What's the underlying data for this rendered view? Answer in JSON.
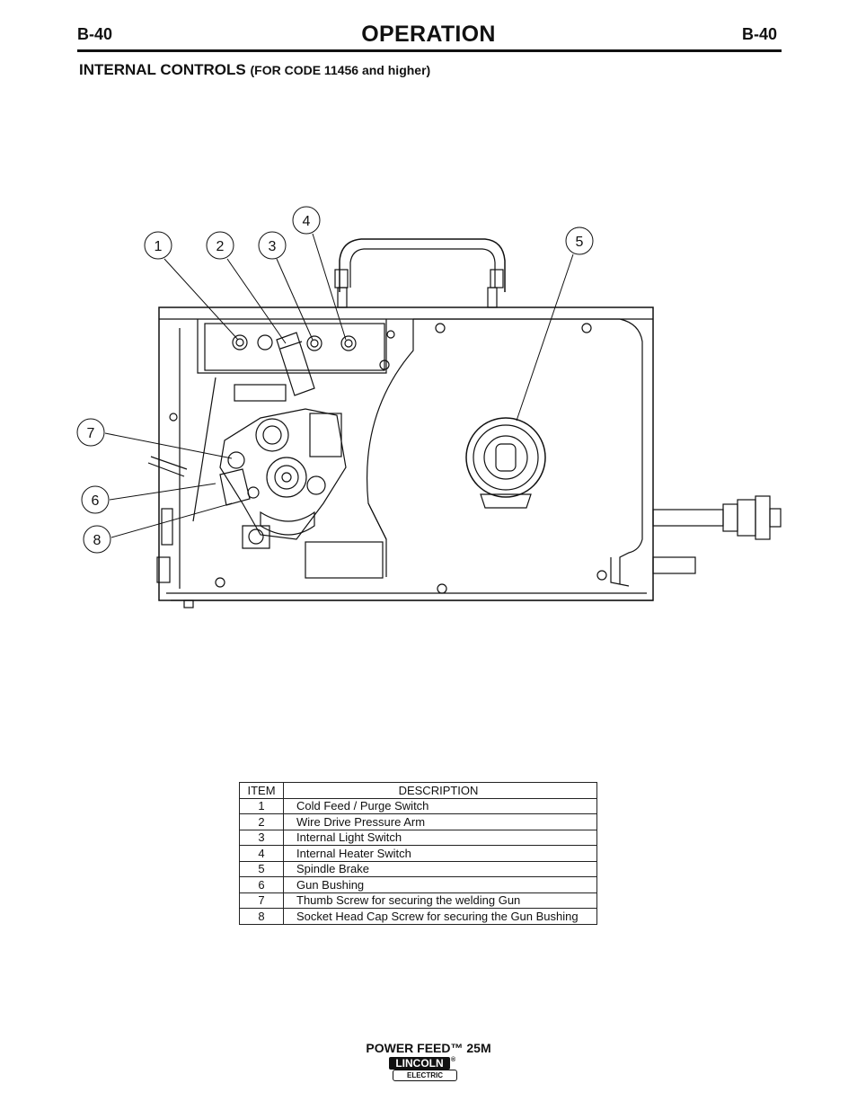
{
  "header": {
    "page_code_left": "B-40",
    "title": "OPERATION",
    "page_code_right": "B-40"
  },
  "section": {
    "title": "INTERNAL CONTROLS",
    "subtitle": "(FOR CODE 11456 and higher)"
  },
  "diagram": {
    "callouts": [
      "1",
      "2",
      "3",
      "4",
      "5",
      "6",
      "7",
      "8"
    ]
  },
  "table": {
    "headers": [
      "ITEM",
      "DESCRIPTION"
    ],
    "rows": [
      {
        "item": "1",
        "description": "Cold Feed / Purge Switch"
      },
      {
        "item": "2",
        "description": "Wire Drive Pressure Arm"
      },
      {
        "item": "3",
        "description": "Internal Light Switch"
      },
      {
        "item": "4",
        "description": "Internal Heater Switch"
      },
      {
        "item": "5",
        "description": "Spindle Brake"
      },
      {
        "item": "6",
        "description": "Gun Bushing"
      },
      {
        "item": "7",
        "description": "Thumb Screw for securing the welding Gun"
      },
      {
        "item": "8",
        "description": "Socket Head Cap Screw for securing the Gun Bushing"
      }
    ]
  },
  "footer": {
    "product": "POWER FEED™ 25M",
    "logo_top": "LINCOLN",
    "logo_bottom": "ELECTRIC",
    "logo_mark": "®"
  }
}
